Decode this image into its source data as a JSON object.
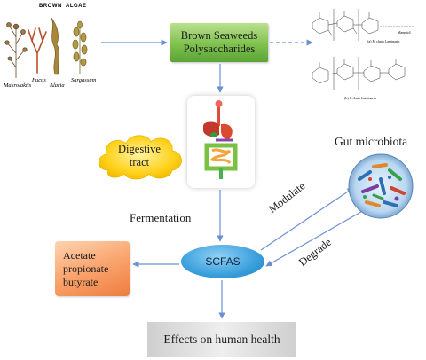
{
  "algae": {
    "title_brown": "BROWN",
    "title_algae": "ALGAE",
    "species": [
      "Makrolaktis",
      "Fucus",
      "Alaria",
      "Sargassum"
    ]
  },
  "nodes": {
    "seaweed_line1": "Brown Seaweeds",
    "seaweed_line2": "Polysaccharides",
    "digestive_line1": "Digestive",
    "digestive_line2": "tract",
    "gut_microbiota": "Gut microbiota",
    "fermentation": "Fermentation",
    "scfas": "SCFAS",
    "acetate": "Acetate",
    "propionate": "propionate",
    "butyrate": "butyrate",
    "effects": "Effects on human health",
    "modulate": "Modulate",
    "degrade": "Degrade"
  },
  "chemistry": {
    "caption_m": "(a) M chain Laminarin",
    "caption_g": "(b) G chain Laminarin",
    "label_mannitol": "Mannitol"
  },
  "colors": {
    "arrow": "#6b8fd0",
    "seaweed_green": "#7fc14e",
    "scfas_blue": "#3a9fdc",
    "acetate_orange": "#f9a46d",
    "cloud_yellow": "#ffd11a",
    "effects_gray": "#d9d9d9"
  }
}
